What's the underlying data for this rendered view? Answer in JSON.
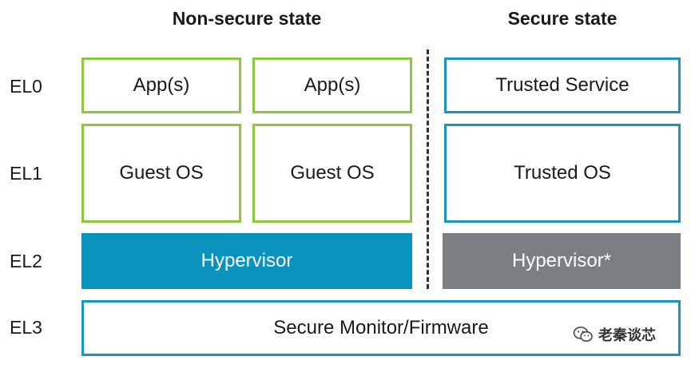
{
  "headings": {
    "non_secure": "Non-secure state",
    "secure": "Secure state"
  },
  "levels": {
    "el0": "EL0",
    "el1": "EL1",
    "el2": "EL2",
    "el3": "EL3"
  },
  "non_secure": {
    "el0": [
      "App(s)",
      "App(s)"
    ],
    "el1": [
      "Guest OS",
      "Guest OS"
    ],
    "el2": "Hypervisor"
  },
  "secure": {
    "el0": "Trusted Service",
    "el1": "Trusted OS",
    "el2": "Hypervisor*"
  },
  "el3": "Secure Monitor/Firmware",
  "watermark": {
    "text": "老秦谈芯",
    "icon": "wechat-icon"
  },
  "colors": {
    "non_secure_border": "#8dc63f",
    "secure_border": "#1a95be",
    "hypervisor_fill": "#0a93bc",
    "secure_hypervisor_fill": "#7a7f83"
  }
}
